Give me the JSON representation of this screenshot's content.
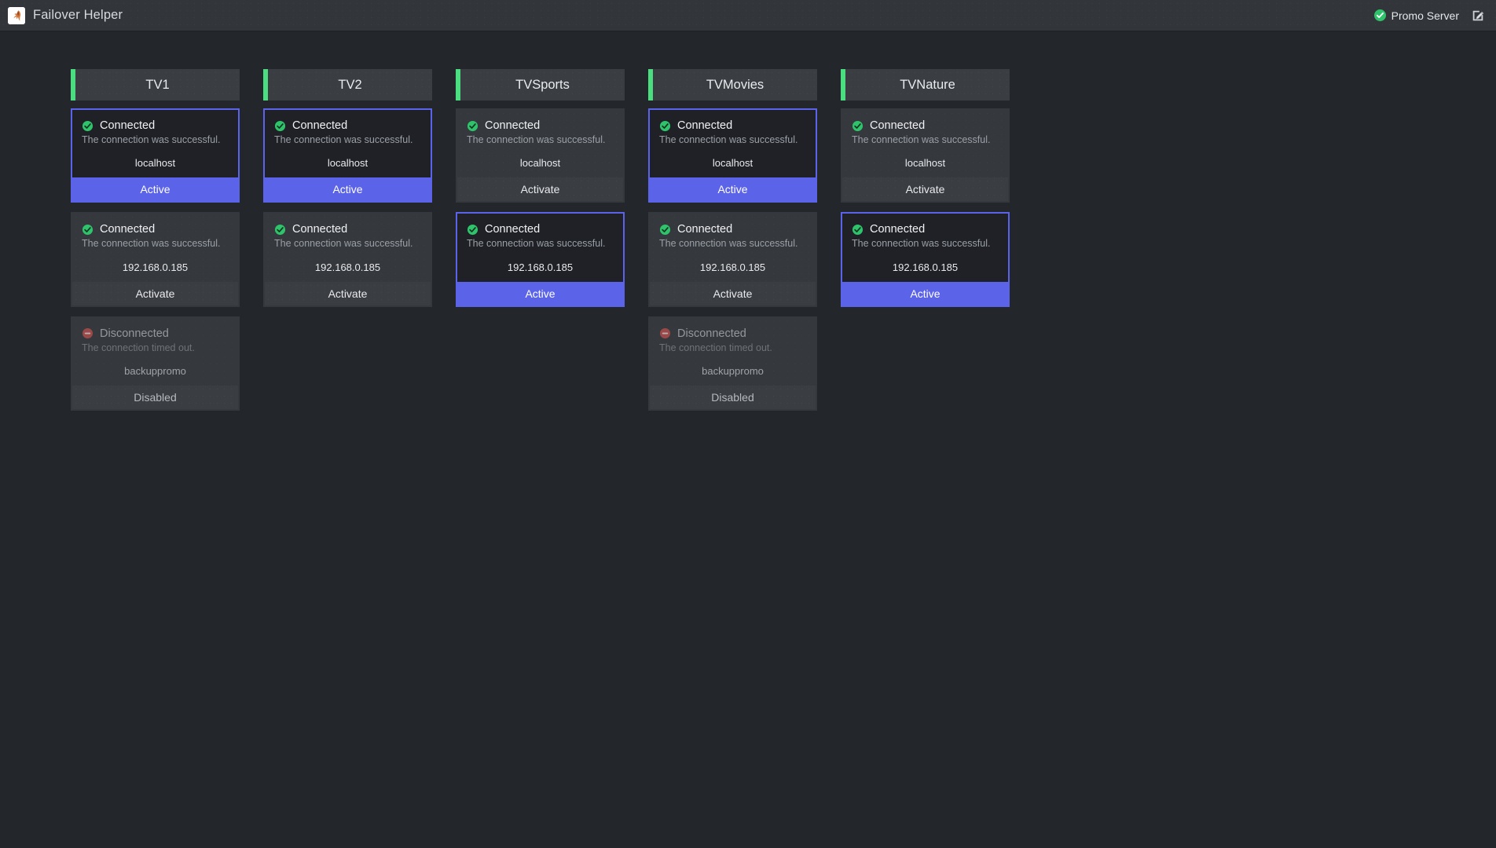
{
  "titlebar": {
    "app_title": "Failover Helper",
    "logo_icon": "app-logo-icon",
    "server_status_icon": "check-circle-icon",
    "server_name": "Promo Server",
    "edit_icon": "edit-square-pencil-icon"
  },
  "labels": {
    "connected": "Connected",
    "disconnected": "Disconnected",
    "success_msg": "The connection was successful.",
    "timeout_msg": "The connection timed out.",
    "action_active": "Active",
    "action_activate": "Activate",
    "action_disabled": "Disabled"
  },
  "colors": {
    "accent_green": "#4ade80",
    "active_blue": "#5b63e8",
    "status_ok": "#2fc36b",
    "status_error": "#c0504d",
    "page_bg": "#23262b",
    "header_bg": "#3a3d42"
  },
  "columns": [
    {
      "title": "TV1",
      "accent_color": "#4ade80",
      "cards": [
        {
          "state": "connected",
          "status": "Connected",
          "message": "The connection was successful.",
          "host": "localhost",
          "action": "Active",
          "action_state": "active",
          "selected": true,
          "status_icon": "check-circle-icon"
        },
        {
          "state": "connected",
          "status": "Connected",
          "message": "The connection was successful.",
          "host": "192.168.0.185",
          "action": "Activate",
          "action_state": "activate",
          "selected": false,
          "status_icon": "check-circle-icon"
        },
        {
          "state": "disconnected",
          "status": "Disconnected",
          "message": "The connection timed out.",
          "host": "backuppromo",
          "action": "Disabled",
          "action_state": "disabled",
          "selected": false,
          "status_icon": "minus-circle-icon"
        }
      ]
    },
    {
      "title": "TV2",
      "accent_color": "#4ade80",
      "cards": [
        {
          "state": "connected",
          "status": "Connected",
          "message": "The connection was successful.",
          "host": "localhost",
          "action": "Active",
          "action_state": "active",
          "selected": true,
          "status_icon": "check-circle-icon"
        },
        {
          "state": "connected",
          "status": "Connected",
          "message": "The connection was successful.",
          "host": "192.168.0.185",
          "action": "Activate",
          "action_state": "activate",
          "selected": false,
          "status_icon": "check-circle-icon"
        }
      ]
    },
    {
      "title": "TVSports",
      "accent_color": "#4ade80",
      "cards": [
        {
          "state": "connected",
          "status": "Connected",
          "message": "The connection was successful.",
          "host": "localhost",
          "action": "Activate",
          "action_state": "activate",
          "selected": false,
          "status_icon": "check-circle-icon"
        },
        {
          "state": "connected",
          "status": "Connected",
          "message": "The connection was successful.",
          "host": "192.168.0.185",
          "action": "Active",
          "action_state": "active",
          "selected": true,
          "status_icon": "check-circle-icon"
        }
      ]
    },
    {
      "title": "TVMovies",
      "accent_color": "#4ade80",
      "cards": [
        {
          "state": "connected",
          "status": "Connected",
          "message": "The connection was successful.",
          "host": "localhost",
          "action": "Active",
          "action_state": "active",
          "selected": true,
          "status_icon": "check-circle-icon"
        },
        {
          "state": "connected",
          "status": "Connected",
          "message": "The connection was successful.",
          "host": "192.168.0.185",
          "action": "Activate",
          "action_state": "activate",
          "selected": false,
          "status_icon": "check-circle-icon"
        },
        {
          "state": "disconnected",
          "status": "Disconnected",
          "message": "The connection timed out.",
          "host": "backuppromo",
          "action": "Disabled",
          "action_state": "disabled",
          "selected": false,
          "status_icon": "minus-circle-icon"
        }
      ]
    },
    {
      "title": "TVNature",
      "accent_color": "#4ade80",
      "cards": [
        {
          "state": "connected",
          "status": "Connected",
          "message": "The connection was successful.",
          "host": "localhost",
          "action": "Activate",
          "action_state": "activate",
          "selected": false,
          "status_icon": "check-circle-icon"
        },
        {
          "state": "connected",
          "status": "Connected",
          "message": "The connection was successful.",
          "host": "192.168.0.185",
          "action": "Active",
          "action_state": "active",
          "selected": true,
          "status_icon": "check-circle-icon"
        }
      ]
    }
  ]
}
